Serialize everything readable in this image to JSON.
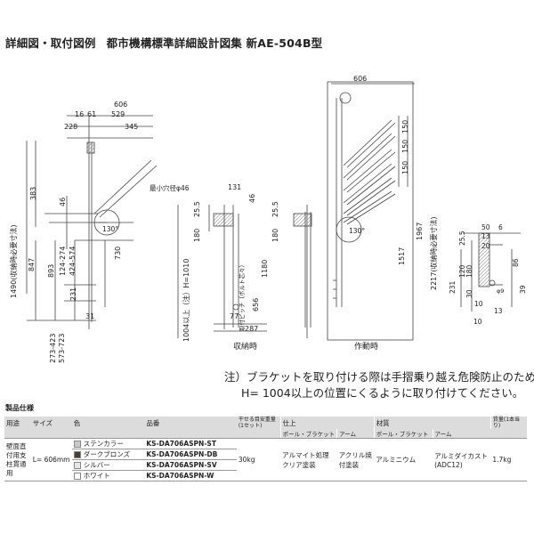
{
  "header": {
    "title": "詳細図・取付図例",
    "subtitle": "都市機構標準詳細設計図集 新AE-504B型"
  },
  "drawing": {
    "dims_left": [
      "606",
      "16",
      "61",
      "529",
      "228",
      "345",
      "383",
      "1490(収納時必要寸法)",
      "46",
      "847",
      "893",
      "124-274",
      "424-574",
      "730",
      "231",
      "31",
      "273-423",
      "573-723",
      "最小穴径φ46",
      "130°"
    ],
    "dims_mid": [
      "131",
      "46",
      "25.5",
      "25.5",
      "180",
      "180",
      "1004以上（注）H=1010",
      "1180",
      "656",
      "取付ピッチ（ボルト芯々）",
      "77",
      "287",
      "収納時"
    ],
    "dims_right": [
      "606",
      "150",
      "150",
      "150",
      "130°",
      "1967",
      "1517",
      "2217(収納時必要寸法)",
      "作動時"
    ],
    "dims_detail": [
      "50",
      "6",
      "25.5",
      "13",
      "20",
      "86",
      "120",
      "180",
      "231",
      "30",
      "39",
      "10",
      "φ9",
      "13",
      "10"
    ],
    "labels": {
      "storage": "収納時",
      "operation": "作動時"
    }
  },
  "note": {
    "line1": "注）ブラケットを取り付ける際は手摺乗り越え危険防止のため",
    "line2": "H= 1004以上の位置にくるように取り付けてください。"
  },
  "spec": {
    "title": "製品仕様",
    "headers": {
      "use": "用途",
      "size": "サイズ",
      "color": "色",
      "code": "品番",
      "load": "干せる目安重量(1セット)",
      "finish": "仕上",
      "material": "材質",
      "weight": "質量(1本当り)",
      "bracket": "ポール・ブラケット",
      "arm": "アーム",
      "bracket2": "ポール・ブラケット",
      "arm2": "アーム"
    },
    "use": "壁面直付用支柱貫通用",
    "size": "L= 606mm",
    "load": "30kg",
    "finish_bracket": "アルマイト処理クリア塗装",
    "finish_arm": "アクリル焼付塗装",
    "mat_bracket": "アルミニウム",
    "mat_arm": "アルミダイカスト(ADC12)",
    "weight": "1.7kg",
    "rows": [
      {
        "color": "ステンカラー",
        "code": "KS-DA706ASPN-ST",
        "swatch": "#c8c8c8"
      },
      {
        "color": "ダークブロンズ",
        "code": "KS-DA706ASPN-DB",
        "swatch": "#4a3f36"
      },
      {
        "color": "シルバー",
        "code": "KS-DA706ASPN-SV",
        "swatch": "#e6e6e6"
      },
      {
        "color": "ホワイト",
        "code": "KS-DA706ASPN-W",
        "swatch": "#ffffff"
      }
    ]
  }
}
